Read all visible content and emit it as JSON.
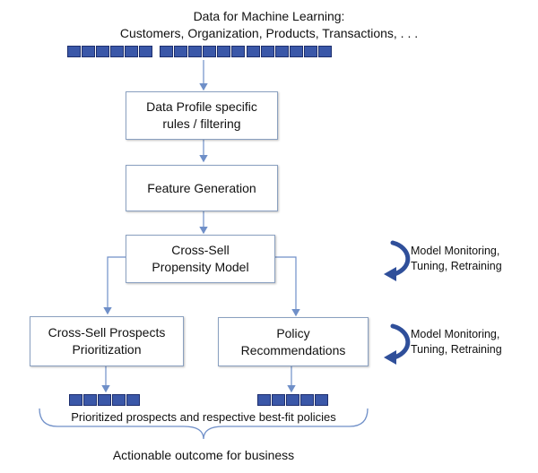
{
  "header": {
    "line1": "Data for Machine Learning:",
    "line2": "Customers, Organization, Products, Transactions, . . ."
  },
  "boxes": {
    "profile": {
      "line1": "Data Profile specific",
      "line2": "rules / filtering"
    },
    "feature": {
      "line1": "Feature Generation"
    },
    "model": {
      "line1": "Cross-Sell",
      "line2": "Propensity Model"
    },
    "prospects": {
      "line1": "Cross-Sell Prospects",
      "line2": "Prioritization"
    },
    "policy": {
      "line1": "Policy",
      "line2": "Recommendations"
    }
  },
  "side_notes": [
    {
      "line1": "Model Monitoring,",
      "line2": "Tuning, Retraining",
      "icon": "circular-arrow-icon"
    },
    {
      "line1": "Model Monitoring,",
      "line2": "Tuning, Retraining",
      "icon": "circular-arrow-icon"
    }
  ],
  "footer": {
    "caption": "Prioritized prospects and respective best-fit policies",
    "outcome": "Actionable outcome for business"
  },
  "colors": {
    "data_block": "#3a57a8",
    "connector": "#6f8fc8",
    "cycle_arrow": "#2f4f9a"
  }
}
